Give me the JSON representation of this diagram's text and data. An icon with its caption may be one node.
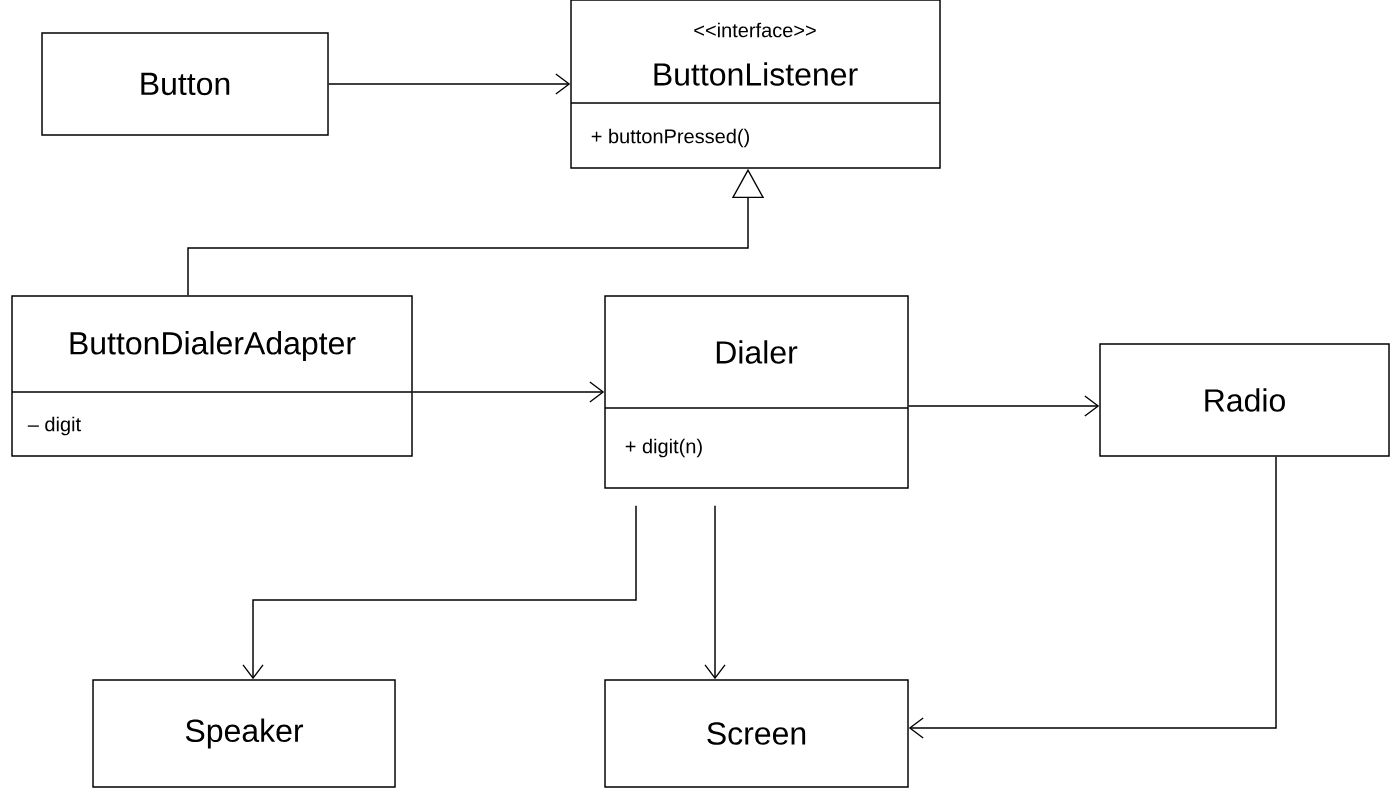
{
  "diagram": {
    "nodes": [
      {
        "text": [
          "Button"
        ]
      },
      {
        "text": [
          "<<interface>>",
          "ButtonListener",
          "+ buttonPressed()"
        ]
      },
      {
        "text": [
          "ButtonDialerAdapter",
          "– digit"
        ]
      },
      {
        "text": [
          "Dialer",
          "+ digit(n)"
        ]
      },
      {
        "text": [
          "Radio"
        ]
      },
      {
        "text": [
          "Speaker"
        ]
      },
      {
        "text": [
          "Screen"
        ]
      }
    ],
    "edges": [
      {
        "from": 0,
        "to": 1,
        "arrow": "to"
      },
      {
        "from": 2,
        "to": 1,
        "arrow": "to"
      },
      {
        "from": 2,
        "to": 3,
        "arrow": "to"
      },
      {
        "from": 3,
        "to": 4,
        "arrow": "to"
      },
      {
        "from": 3,
        "to": 5,
        "arrow": "to"
      },
      {
        "from": 3,
        "to": 6,
        "arrow": "to"
      },
      {
        "from": 4,
        "to": 6,
        "arrow": "to"
      }
    ]
  }
}
